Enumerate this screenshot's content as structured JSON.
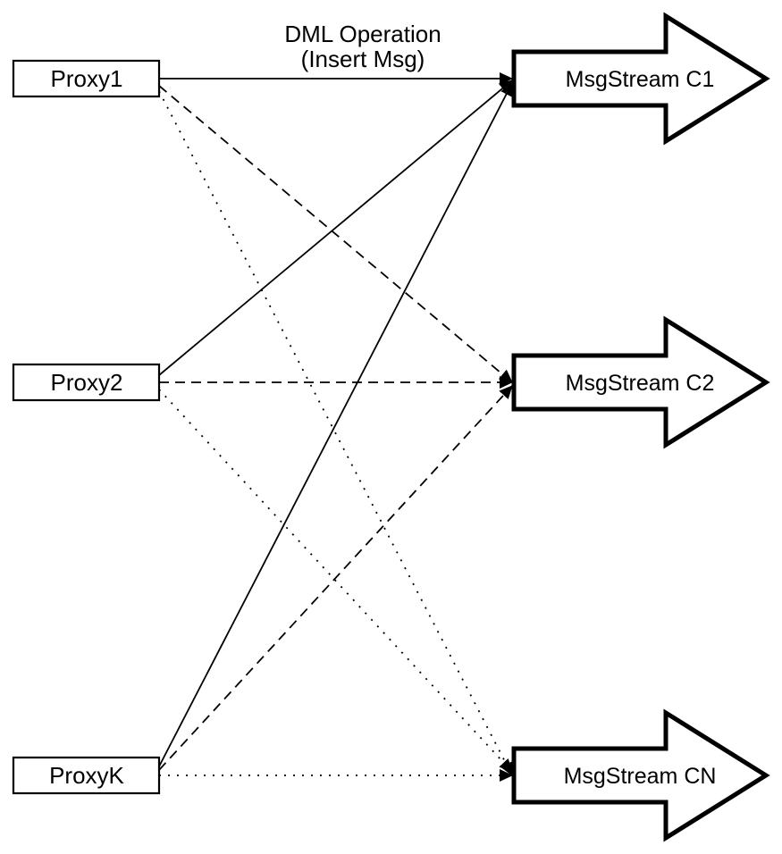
{
  "caption": {
    "line1": "DML Operation",
    "line2": "(Insert Msg)"
  },
  "proxies": [
    {
      "label": "Proxy1"
    },
    {
      "label": "Proxy2"
    },
    {
      "label": "ProxyK"
    }
  ],
  "streams": [
    {
      "label": "MsgStream C1"
    },
    {
      "label": "MsgStream C2"
    },
    {
      "label": "MsgStream CN"
    }
  ],
  "connections": [
    {
      "from": "Proxy1",
      "to": "MsgStream C1",
      "style": "solid"
    },
    {
      "from": "Proxy1",
      "to": "MsgStream C2",
      "style": "dashed"
    },
    {
      "from": "Proxy1",
      "to": "MsgStream CN",
      "style": "dotted"
    },
    {
      "from": "Proxy2",
      "to": "MsgStream C1",
      "style": "solid"
    },
    {
      "from": "Proxy2",
      "to": "MsgStream C2",
      "style": "dashed"
    },
    {
      "from": "Proxy2",
      "to": "MsgStream CN",
      "style": "dotted"
    },
    {
      "from": "ProxyK",
      "to": "MsgStream C1",
      "style": "solid"
    },
    {
      "from": "ProxyK",
      "to": "MsgStream C2",
      "style": "dashed"
    },
    {
      "from": "ProxyK",
      "to": "MsgStream CN",
      "style": "dotted"
    }
  ],
  "colors": {
    "stroke": "#000000",
    "fill": "#ffffff"
  }
}
